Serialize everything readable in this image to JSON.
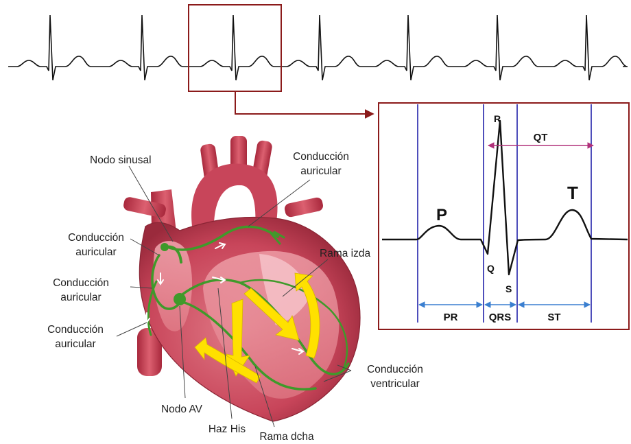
{
  "ecg_panel": {
    "waves": {
      "p": "P",
      "q": "Q",
      "r": "R",
      "s": "S",
      "t": "T"
    },
    "intervals": {
      "pr": "PR",
      "qrs": "QRS",
      "st": "ST",
      "qt": "QT"
    }
  },
  "heart_labels": {
    "nodo_sinusal": "Nodo sinusal",
    "conduccion_auricular_top": [
      "Conducción",
      "auricular"
    ],
    "conduccion_auricular_1": [
      "Conducción",
      "auricular"
    ],
    "conduccion_auricular_2": [
      "Conducción",
      "auricular"
    ],
    "conduccion_auricular_3": [
      "Conducción",
      "auricular"
    ],
    "rama_izda": "Rama izda",
    "conduccion_ventricular": [
      "Conducción",
      "ventricular"
    ],
    "nodo_av": "Nodo AV",
    "haz_his": "Haz His",
    "rama_dcha": "Rama dcha"
  },
  "colors": {
    "frame": "#8b1a1a",
    "grid_line": "#2222aa",
    "interval_arrow": "#3a7fd0",
    "qt_arrow": "#b0307a",
    "heart_red": "#c8455a",
    "conduction_green": "#3f9a2a",
    "arrow_yellow": "#ffe100"
  }
}
